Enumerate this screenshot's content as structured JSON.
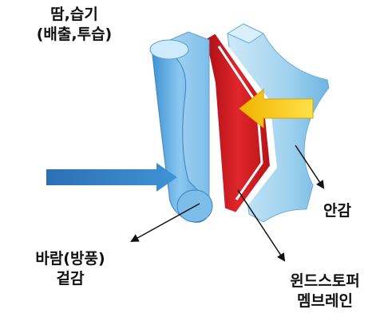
{
  "labels": {
    "vapor_line1": "땀,습기",
    "vapor_line2": "(배출,투습)",
    "lining": "안감",
    "wind_line1": "바람(방풍)",
    "wind_line2": "겉감",
    "membrane_line1": "윈드스토퍼",
    "membrane_line2": "멤브레인"
  },
  "colors": {
    "outer_fabric": "#5aa7e0",
    "membrane": "#d4161d",
    "lining": "#9dd0ee",
    "wind_arrow": "#2f7cc4",
    "vapor_arrow": "#f2c200",
    "leader_lines": "#111111"
  }
}
